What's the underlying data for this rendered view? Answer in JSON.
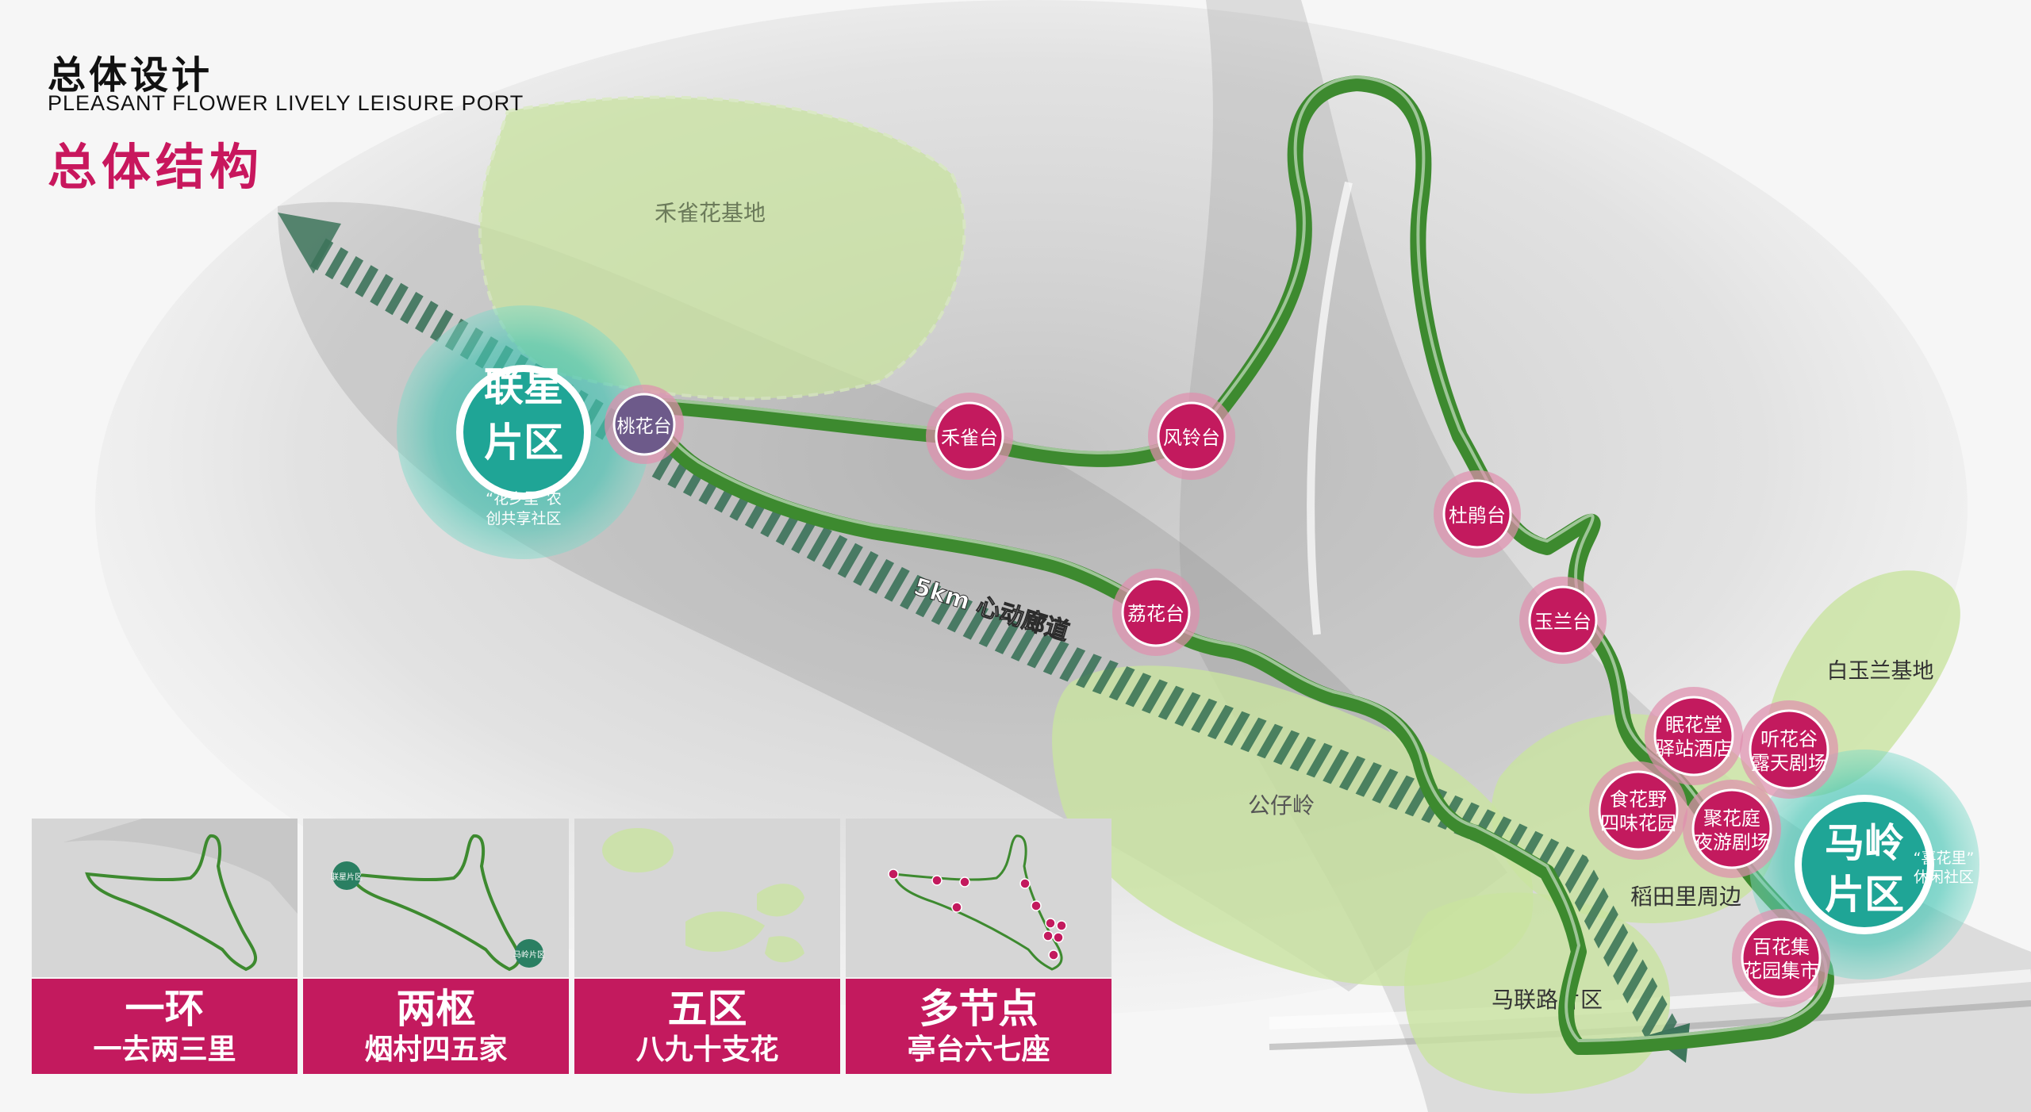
{
  "header": {
    "title_cn": "总体设计",
    "title_en": "PLEASANT FLOWER LIVELY LEISURE PORT",
    "subtitle": "总体结构"
  },
  "colors": {
    "accent": "#c8175d",
    "route_green": "#3d8a2f",
    "teal": "#1fb2a4",
    "zone_fill": "#c9e3a0"
  },
  "zones": {
    "hequehua": "禾雀花基地",
    "gongzailing": "公仔岭",
    "bailan": "白玉兰基地",
    "daotianli": "稻田里周边",
    "malianlu": "马联路片区"
  },
  "hubs": {
    "lianxing": {
      "line1": "联星",
      "line2": "片区",
      "sub1": "“花乡里”农",
      "sub2": "创共享社区"
    },
    "maling": {
      "line1": "马岭",
      "line2": "片区",
      "sub1": "“喜花里”",
      "sub2": "休闲社区"
    }
  },
  "corridor_label": "5km 心动廊道",
  "nodes": [
    {
      "id": "taohua",
      "label": "桃花台"
    },
    {
      "id": "hequetai",
      "label": "禾雀台"
    },
    {
      "id": "fengling",
      "label": "风铃台"
    },
    {
      "id": "dujuan",
      "label": "杜鹃台"
    },
    {
      "id": "yulan",
      "label": "玉兰台"
    },
    {
      "id": "lihua",
      "label": "荔花台"
    },
    {
      "id": "mianhuatang",
      "line1": "眠花堂",
      "line2": "驿站酒店"
    },
    {
      "id": "tinghuagu",
      "line1": "听花谷",
      "line2": "露天剧场"
    },
    {
      "id": "shihuaye",
      "line1": "食花野",
      "line2": "四味花园"
    },
    {
      "id": "juhuating",
      "line1": "聚花庭",
      "line2": "夜游剧场"
    },
    {
      "id": "baihuaji",
      "line1": "百花集",
      "line2": "花园集市"
    }
  ],
  "thumbs": [
    {
      "line1": "一环",
      "line2": "一去两三里"
    },
    {
      "line1": "两枢",
      "line2": "烟村四五家"
    },
    {
      "line1": "五区",
      "line2": "八九十支花"
    },
    {
      "line1": "多节点",
      "line2": "亭台六七座"
    }
  ],
  "thumb_hub_labels": {
    "a": "联星片区",
    "b": "马岭片区"
  }
}
